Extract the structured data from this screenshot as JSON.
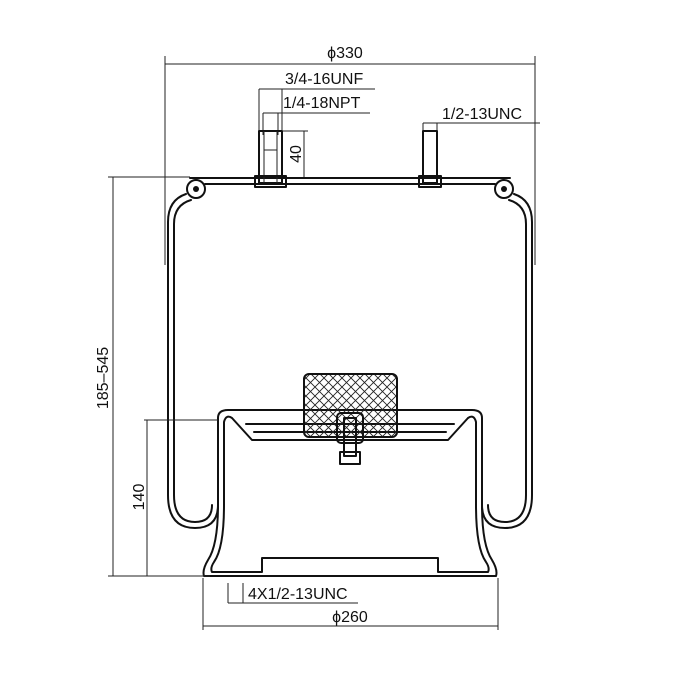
{
  "drawing": {
    "title": "Air spring technical drawing",
    "dimensions": {
      "top_diameter": "ϕ330",
      "air_fitting_thread": "3/4-16UNF",
      "air_port_thread": "1/4-18NPT",
      "stud_thread": "1/2-13UNC",
      "stud_height": "40",
      "height_range": "185–545",
      "piston_height": "140",
      "base_thread": "4X1/2-13UNC",
      "base_diameter": "ϕ260"
    }
  }
}
